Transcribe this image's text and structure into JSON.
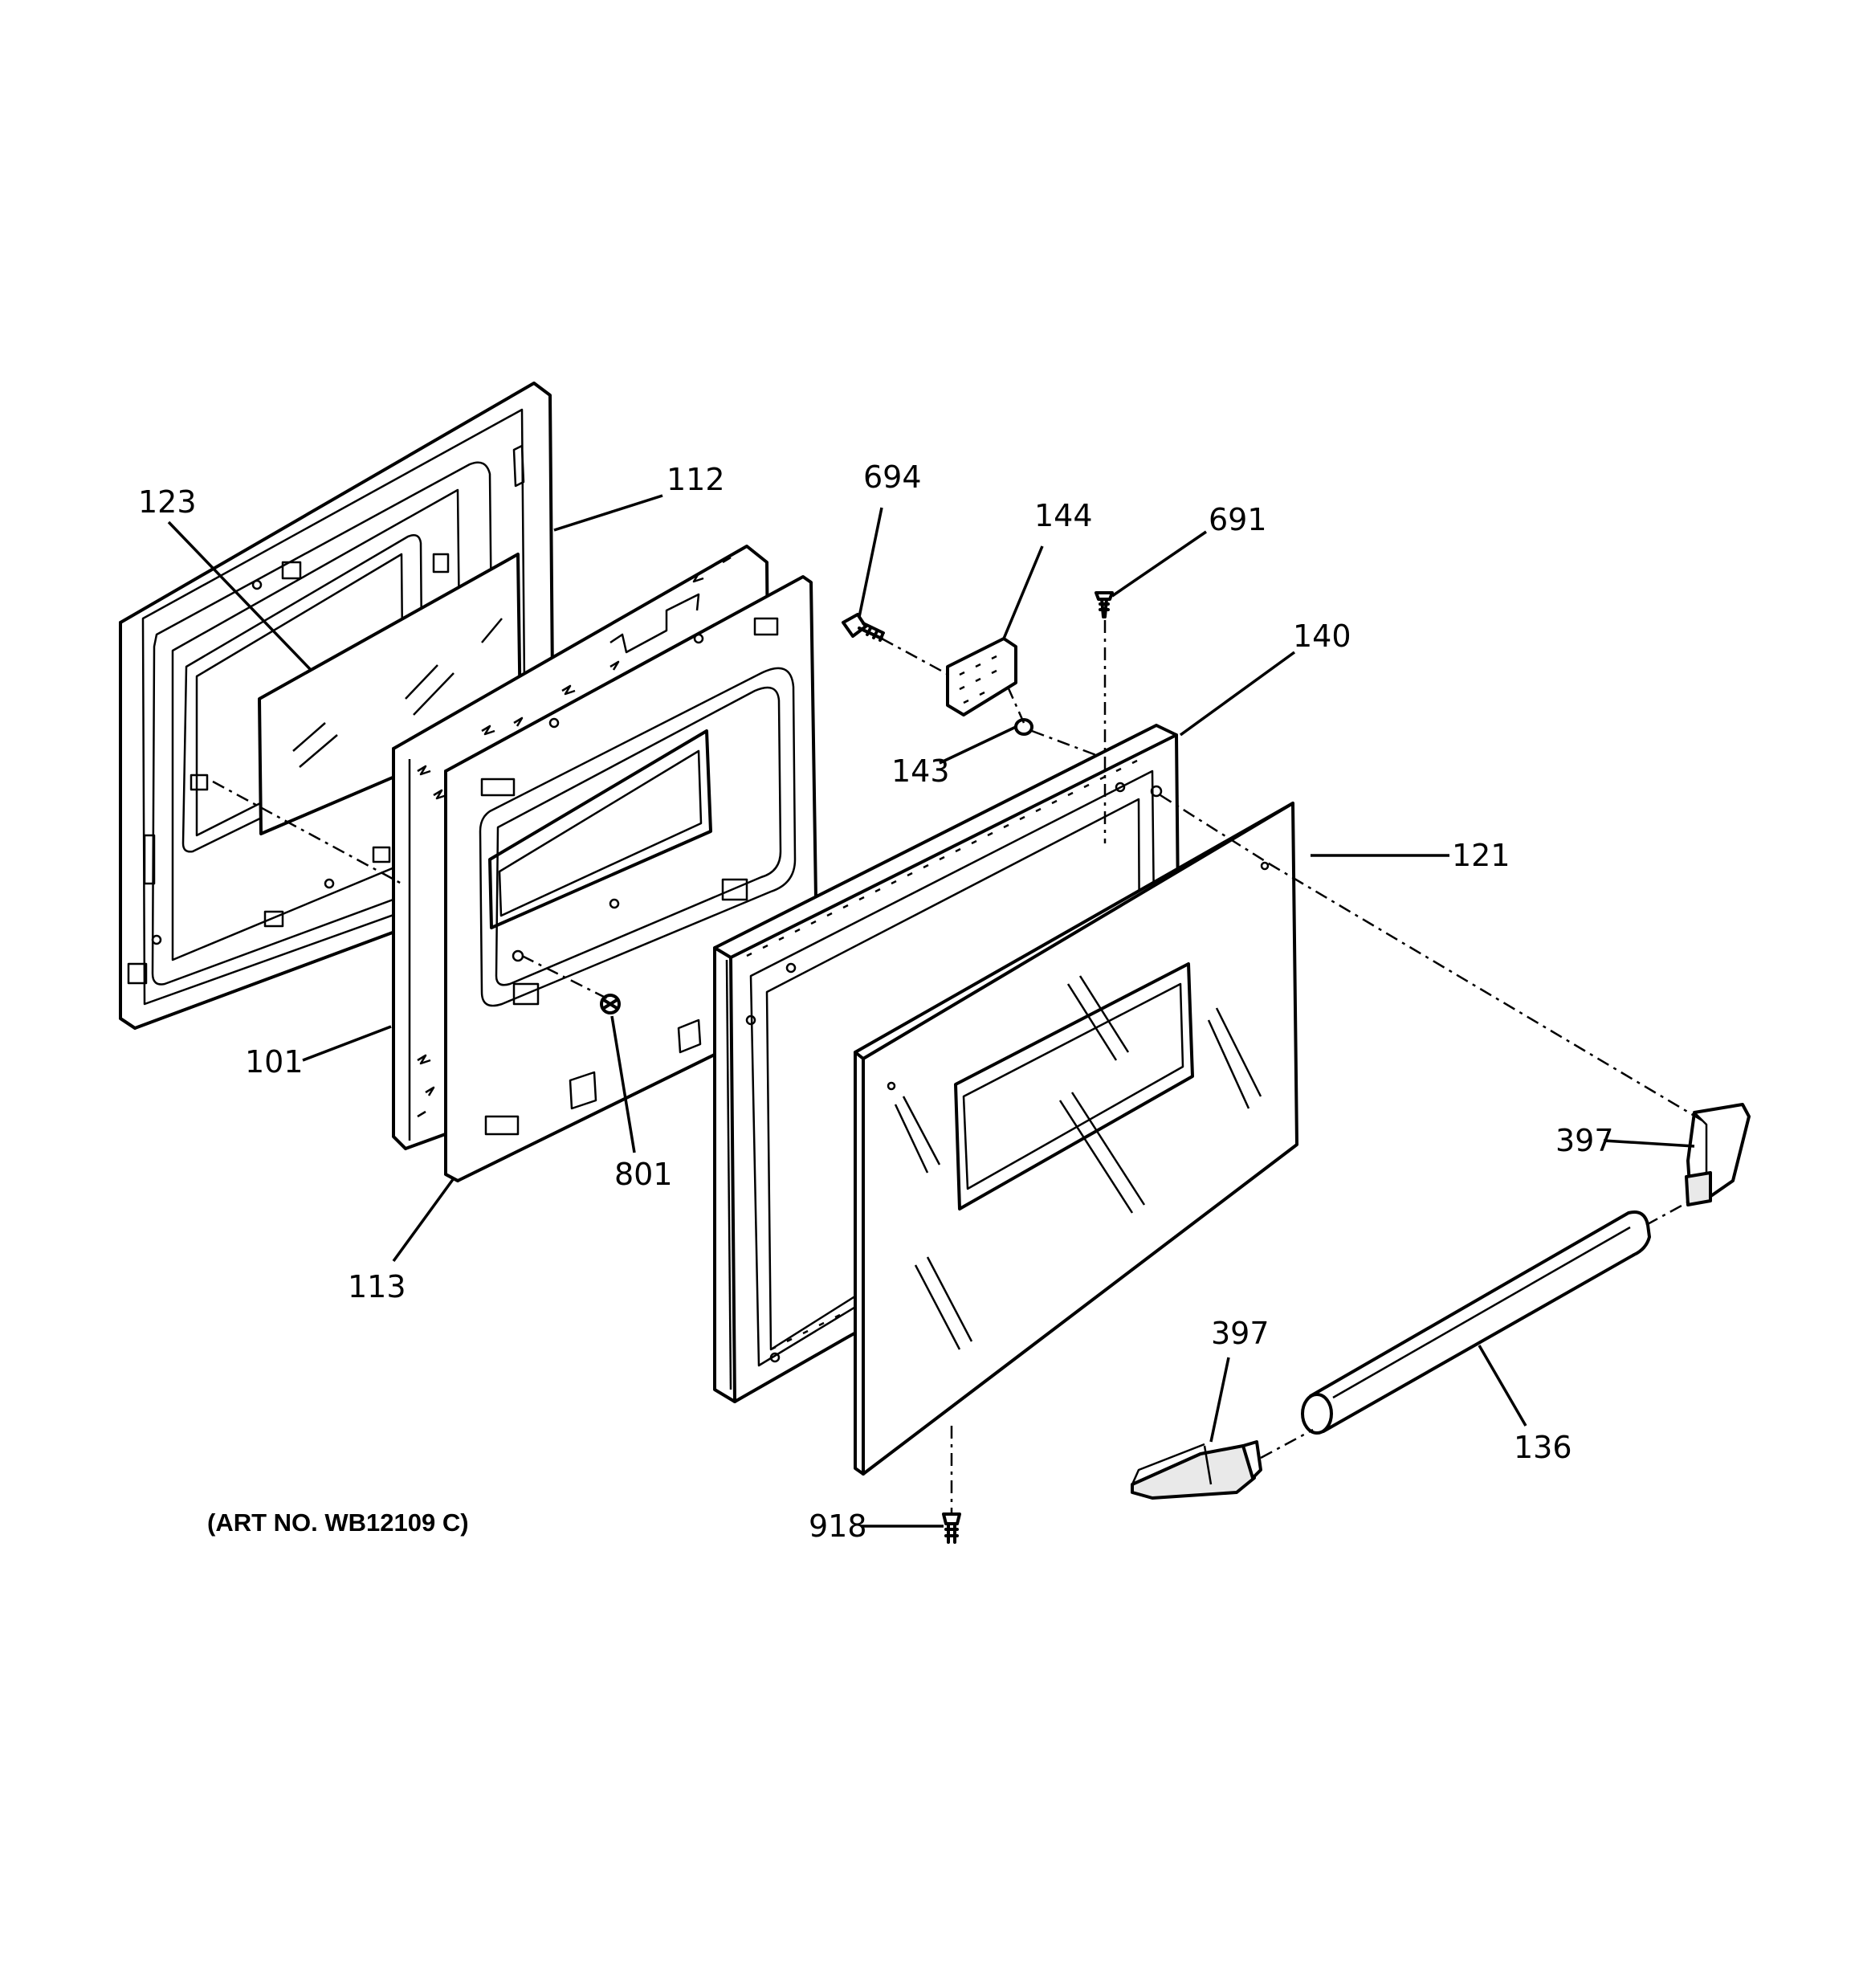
{
  "diagram": {
    "callouts": {
      "c123": "123",
      "c112": "112",
      "c101": "101",
      "c113": "113",
      "c801": "801",
      "c694": "694",
      "c144": "144",
      "c691": "691",
      "c140": "140",
      "c143": "143",
      "c121": "121",
      "c397_top": "397",
      "c397_bottom": "397",
      "c136": "136",
      "c918": "918"
    },
    "art_number": "(ART NO. WB12109 C)"
  }
}
